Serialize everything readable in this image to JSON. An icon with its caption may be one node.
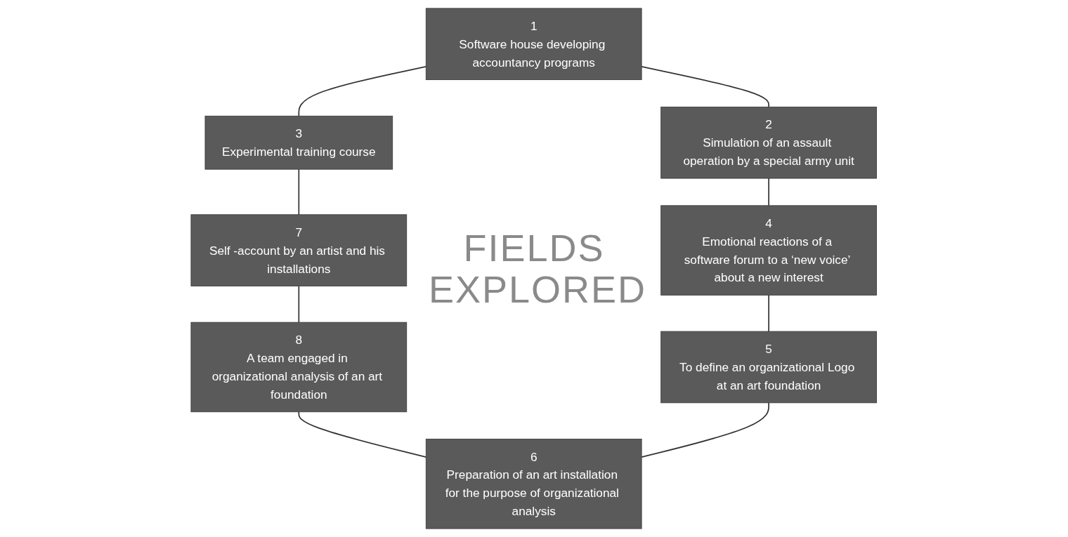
{
  "diagram": {
    "title": "FIELDS EXPLORED",
    "nodes": [
      {
        "text": [
          "1",
          "Software house developing accountancy programs"
        ]
      },
      {
        "text": [
          "2",
          "Simulation of an assault operation by a special army unit"
        ]
      },
      {
        "text": [
          "3",
          "Experimental training course"
        ]
      },
      {
        "text": [
          "4",
          "Emotional reactions of a software forum to a ‘new voice’ about a new interest"
        ]
      },
      {
        "text": [
          "5",
          "To define an organizational Logo at an art foundation"
        ]
      },
      {
        "text": [
          "6",
          "Preparation of an art installation for the purpose of organizational analysis"
        ]
      },
      {
        "text": [
          "7",
          "Self -account by an artist and his installations"
        ]
      },
      {
        "text": [
          "8",
          "A team engaged in organizational analysis of an art foundation"
        ]
      }
    ],
    "edges": [
      {
        "from": 0,
        "to": 2,
        "arrow": "none"
      },
      {
        "from": 0,
        "to": 1,
        "arrow": "none"
      },
      {
        "from": 2,
        "to": 6,
        "arrow": "none"
      },
      {
        "from": 1,
        "to": 3,
        "arrow": "none"
      },
      {
        "from": 6,
        "to": 7,
        "arrow": "none"
      },
      {
        "from": 3,
        "to": 4,
        "arrow": "none"
      },
      {
        "from": 7,
        "to": 5,
        "arrow": "none"
      },
      {
        "from": 4,
        "to": 5,
        "arrow": "none"
      }
    ]
  }
}
